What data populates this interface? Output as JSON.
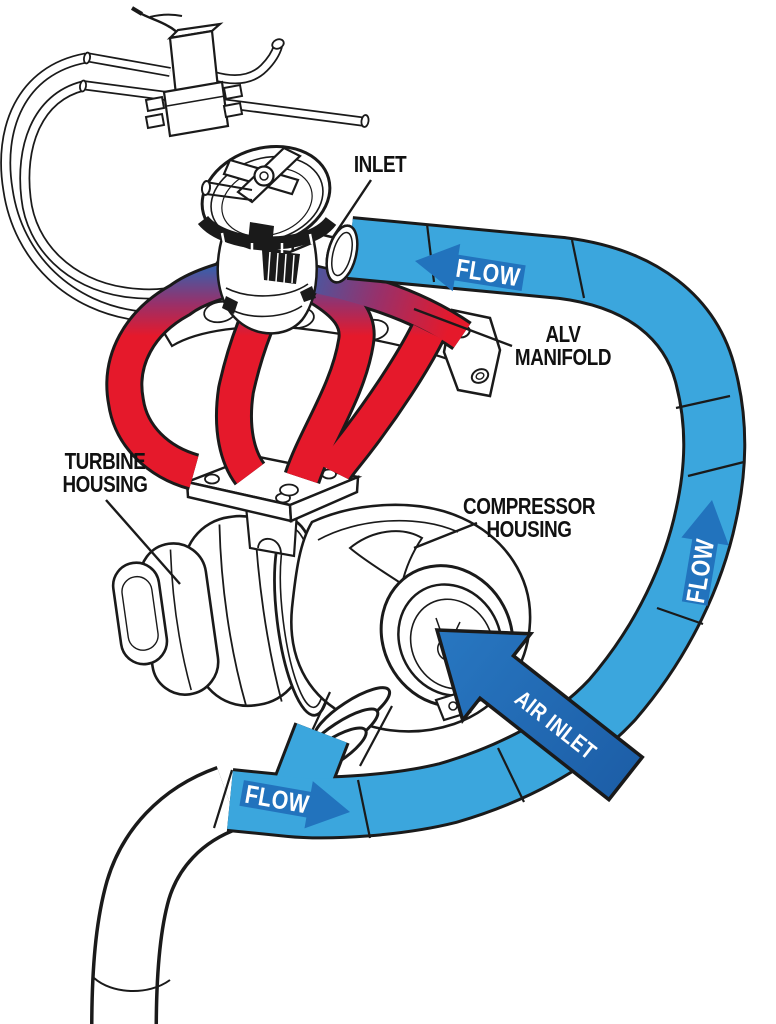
{
  "diagram": {
    "subject": "turbocharger-anti-lag-valve-airflow",
    "background": "white",
    "style": "technical line art with colored airflow highlights"
  },
  "labels": {
    "inlet": "INLET",
    "alv_line1": "ALV",
    "alv_line2": "MANIFOLD",
    "turbine_line1": "TURBINE",
    "turbine_line2": "HOUSING",
    "compressor_line1": "COMPRESSOR",
    "compressor_line2": "HOUSING",
    "flow_top": "FLOW",
    "flow_right": "FLOW",
    "flow_bottom": "FLOW",
    "air_inlet": "AIR INLET"
  },
  "colors": {
    "tube_blue": "#3BA6DD",
    "arrow_blue": "#2273BD",
    "air_arrow_light": "#2877C1",
    "air_arrow_dark": "#1D5FA8",
    "hot_red": "#E5192B",
    "grad_blue": "#3F5CA7",
    "grad_purple": "#97316B",
    "line_black": "#1a1a1a",
    "label_black": "#111111",
    "background": "#ffffff"
  }
}
